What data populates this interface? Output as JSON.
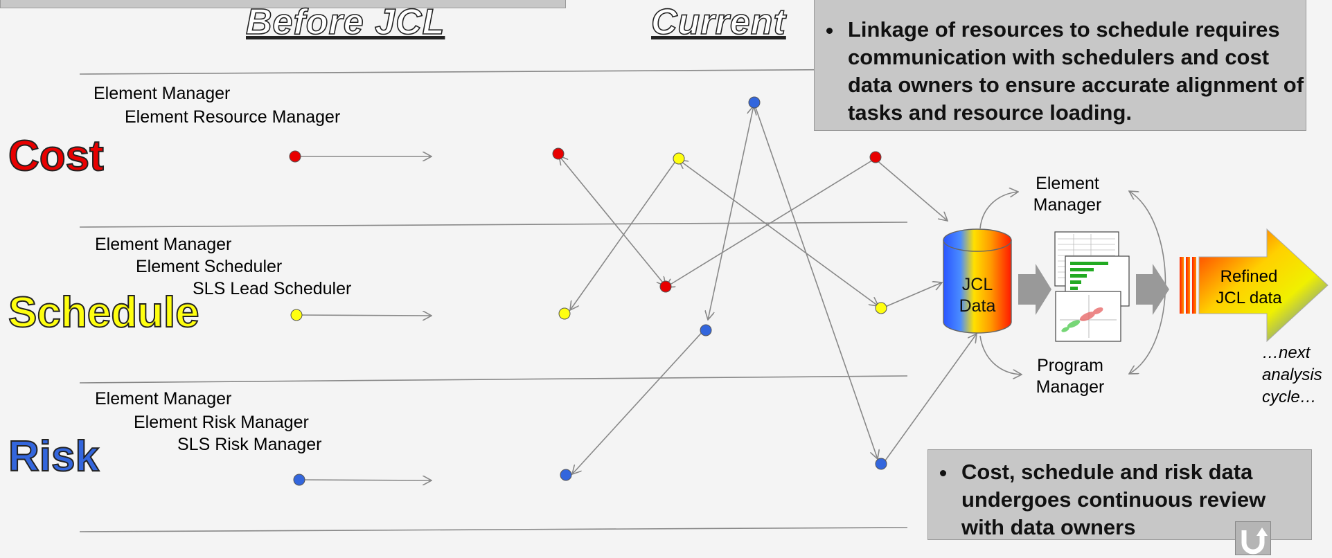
{
  "headers": {
    "before": "Before JCL",
    "current": "Current"
  },
  "rows": [
    {
      "label": "Cost",
      "color": "#e80000",
      "roles": [
        "Element Manager",
        "Element Resource Manager"
      ]
    },
    {
      "label": "Schedule",
      "color": "#ffff10",
      "roles": [
        "Element Manager",
        "Element Scheduler",
        "SLS Lead Scheduler"
      ]
    },
    {
      "label": "Risk",
      "color": "#3366dd",
      "roles": [
        "Element Manager",
        "Element Risk Manager",
        "SLS Risk Manager"
      ]
    }
  ],
  "callouts": {
    "top": "Linkage of resources to schedule requires communication with schedulers and cost data owners to ensure accurate alignment of tasks and resource loading.",
    "bottom": "Cost, schedule and risk data undergoes continuous review with data owners"
  },
  "cycle": {
    "jcl_data": [
      "JCL",
      "Data"
    ],
    "element_manager": [
      "Element",
      "Manager"
    ],
    "program_manager": [
      "Program",
      "Manager"
    ],
    "refined": [
      "Refined",
      "JCL data"
    ],
    "next": [
      "…next",
      "analysis",
      "cycle…"
    ]
  },
  "colors": {
    "cost": "#e80000",
    "schedule": "#ffff10",
    "risk": "#3366dd",
    "box": "#c7c7c7",
    "line": "#888888"
  },
  "icons": [
    "return-arrow-icon"
  ]
}
